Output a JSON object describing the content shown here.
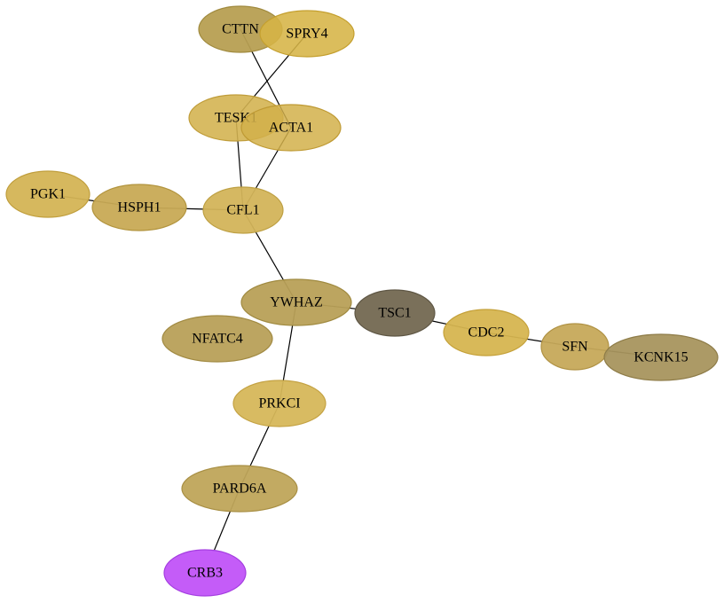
{
  "nodes": [
    {
      "id": "CTTN",
      "label": "CTTN",
      "fill": "#b79f52",
      "stroke": "#a08a3e",
      "opacity": 0.95
    },
    {
      "id": "SPRY4",
      "label": "SPRY4",
      "fill": "#d6b445",
      "stroke": "#c49f2e",
      "opacity": 0.88
    },
    {
      "id": "TESK1",
      "label": "TESK1",
      "fill": "#d4b452",
      "stroke": "#c09d3a",
      "opacity": 0.9
    },
    {
      "id": "ACTA1",
      "label": "ACTA1",
      "fill": "#d2b04a",
      "stroke": "#bf9a34",
      "opacity": 0.85
    },
    {
      "id": "PGK1",
      "label": "PGK1",
      "fill": "#d4b455",
      "stroke": "#c09e3c",
      "opacity": 0.95
    },
    {
      "id": "HSPH1",
      "label": "HSPH1",
      "fill": "#c8aa55",
      "stroke": "#b2943e",
      "opacity": 0.95
    },
    {
      "id": "CFL1",
      "label": "CFL1",
      "fill": "#d3b45a",
      "stroke": "#bea043",
      "opacity": 0.95
    },
    {
      "id": "YWHAZ",
      "label": "YWHAZ",
      "fill": "#b8a057",
      "stroke": "#a08a40",
      "opacity": 0.95
    },
    {
      "id": "NFATC4",
      "label": "NFATC4",
      "fill": "#b8a058",
      "stroke": "#a18a42",
      "opacity": 0.95
    },
    {
      "id": "TSC1",
      "label": "TSC1",
      "fill": "#7a705a",
      "stroke": "#5e5644",
      "opacity": 1.0
    },
    {
      "id": "CDC2",
      "label": "CDC2",
      "fill": "#d6b550",
      "stroke": "#c4a038",
      "opacity": 0.95
    },
    {
      "id": "SFN",
      "label": "SFN",
      "fill": "#c6a95a",
      "stroke": "#b09244",
      "opacity": 0.95
    },
    {
      "id": "KCNK15",
      "label": "KCNK15",
      "fill": "#a8955e",
      "stroke": "#8e7c48",
      "opacity": 0.95
    },
    {
      "id": "PRKCI",
      "label": "PRKCI",
      "fill": "#d6b75a",
      "stroke": "#c4a243",
      "opacity": 0.95
    },
    {
      "id": "PARD6A",
      "label": "PARD6A",
      "fill": "#bfa55a",
      "stroke": "#a88f44",
      "opacity": 0.95
    },
    {
      "id": "CRB3",
      "label": "CRB3",
      "fill": "#c45cf8",
      "stroke": "#a43ee0",
      "opacity": 1.0
    }
  ],
  "edges": [
    {
      "source": "CTTN",
      "target": "ACTA1"
    },
    {
      "source": "SPRY4",
      "target": "TESK1"
    },
    {
      "source": "TESK1",
      "target": "CFL1"
    },
    {
      "source": "ACTA1",
      "target": "CFL1"
    },
    {
      "source": "PGK1",
      "target": "HSPH1"
    },
    {
      "source": "HSPH1",
      "target": "CFL1"
    },
    {
      "source": "CFL1",
      "target": "YWHAZ"
    },
    {
      "source": "YWHAZ",
      "target": "TSC1"
    },
    {
      "source": "YWHAZ",
      "target": "PRKCI"
    },
    {
      "source": "TSC1",
      "target": "CDC2"
    },
    {
      "source": "CDC2",
      "target": "SFN"
    },
    {
      "source": "SFN",
      "target": "KCNK15"
    },
    {
      "source": "PRKCI",
      "target": "PARD6A"
    },
    {
      "source": "PARD6A",
      "target": "CRB3"
    }
  ]
}
